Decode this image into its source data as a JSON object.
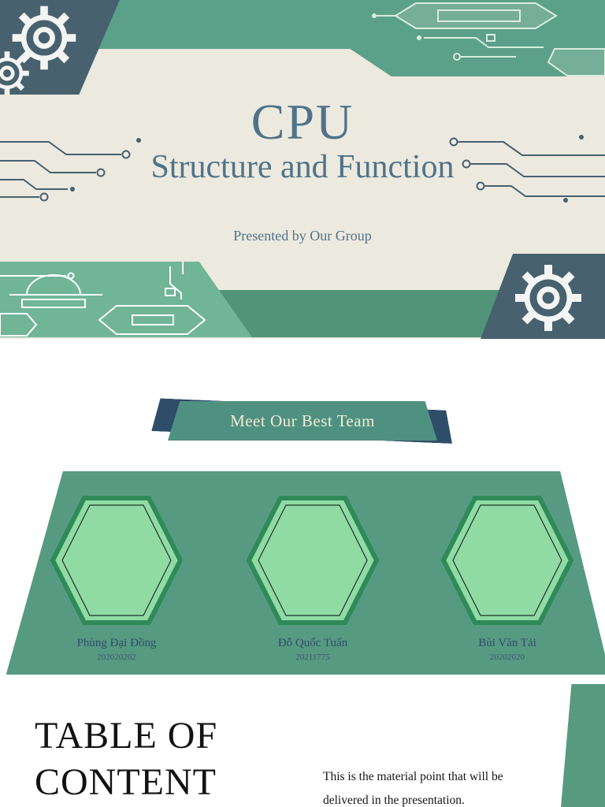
{
  "slide1": {
    "title": "CPU",
    "subtitle": "Structure and Function",
    "presented_by": "Presented by Our Group"
  },
  "slide2": {
    "banner_label": "Meet Our Best Team",
    "team": [
      {
        "name": "Phùng Đại Đồng",
        "id": "202020202"
      },
      {
        "name": "Đỗ Quốc Tuấn",
        "id": "20211775"
      },
      {
        "name": "Bùi Văn Tải",
        "id": "20202020"
      }
    ]
  },
  "slide3": {
    "title_line1": "TABLE OF",
    "title_line2": "CONTENT",
    "desc_line1": "This is the material point that will be",
    "desc_line2": "delivered in the presentation."
  },
  "icons": [
    "gear-icon",
    "circuit-chip-icon",
    "circuit-trace-icon",
    "dome-chip-icon",
    "hexagon-frame-icon"
  ],
  "colors": {
    "green_band": "#5ba18a",
    "green_band_bottom": "#519478",
    "green_light_panel": "#6fb596",
    "green_trapezoid": "#579a82",
    "green_banner": "#4f9181",
    "green_strip": "#579a80",
    "hex_fill": "#90dba4",
    "hex_border": "#2f8a58",
    "slate": "#47616f",
    "cream": "#ece9df",
    "title_blue": "#4f7389",
    "navy": "#2e4d68",
    "text_black": "#141414"
  }
}
